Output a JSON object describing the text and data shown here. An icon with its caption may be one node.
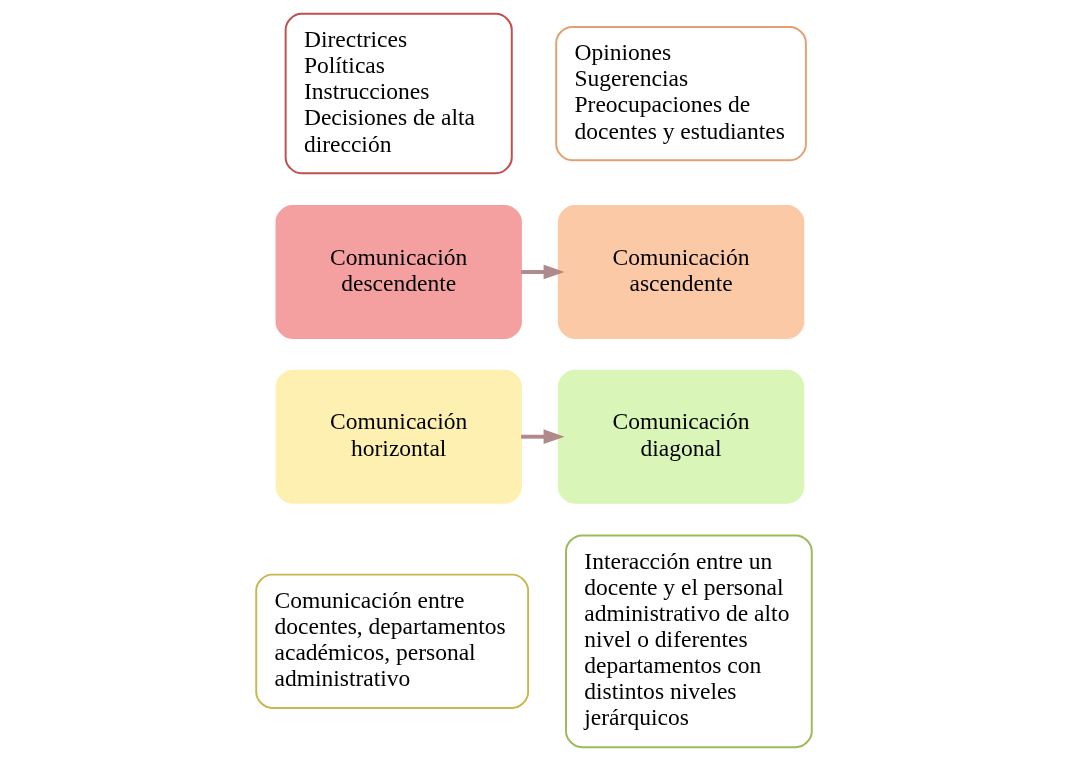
{
  "diagram": {
    "nodes": [
      {
        "text": [
          "Directrices",
          "Políticas",
          "Instrucciones",
          "Decisiones de alta dirección"
        ]
      },
      {
        "text": [
          "Opiniones",
          "Sugerencias",
          "Preocupaciones de docentes y estudiantes"
        ]
      },
      {
        "text": [
          "Comunicación descendente"
        ]
      },
      {
        "text": [
          "Comunicación ascendente"
        ]
      },
      {
        "text": [
          "Comunicación diagonal"
        ]
      },
      {
        "text": [
          "Comunicación horizontal"
        ]
      },
      {
        "text": [
          "Interacción entre un docente y el personal administrativo de alto nivel o diferentes departamentos con distintos niveles jerárquicos"
        ]
      },
      {
        "text": [
          "Comunicación entre docentes, departamentos académicos, personal administrativo"
        ]
      }
    ],
    "edges": [
      {
        "from": 2,
        "to": 3,
        "arrow": "to"
      },
      {
        "from": 5,
        "to": 4,
        "arrow": "to"
      }
    ]
  }
}
